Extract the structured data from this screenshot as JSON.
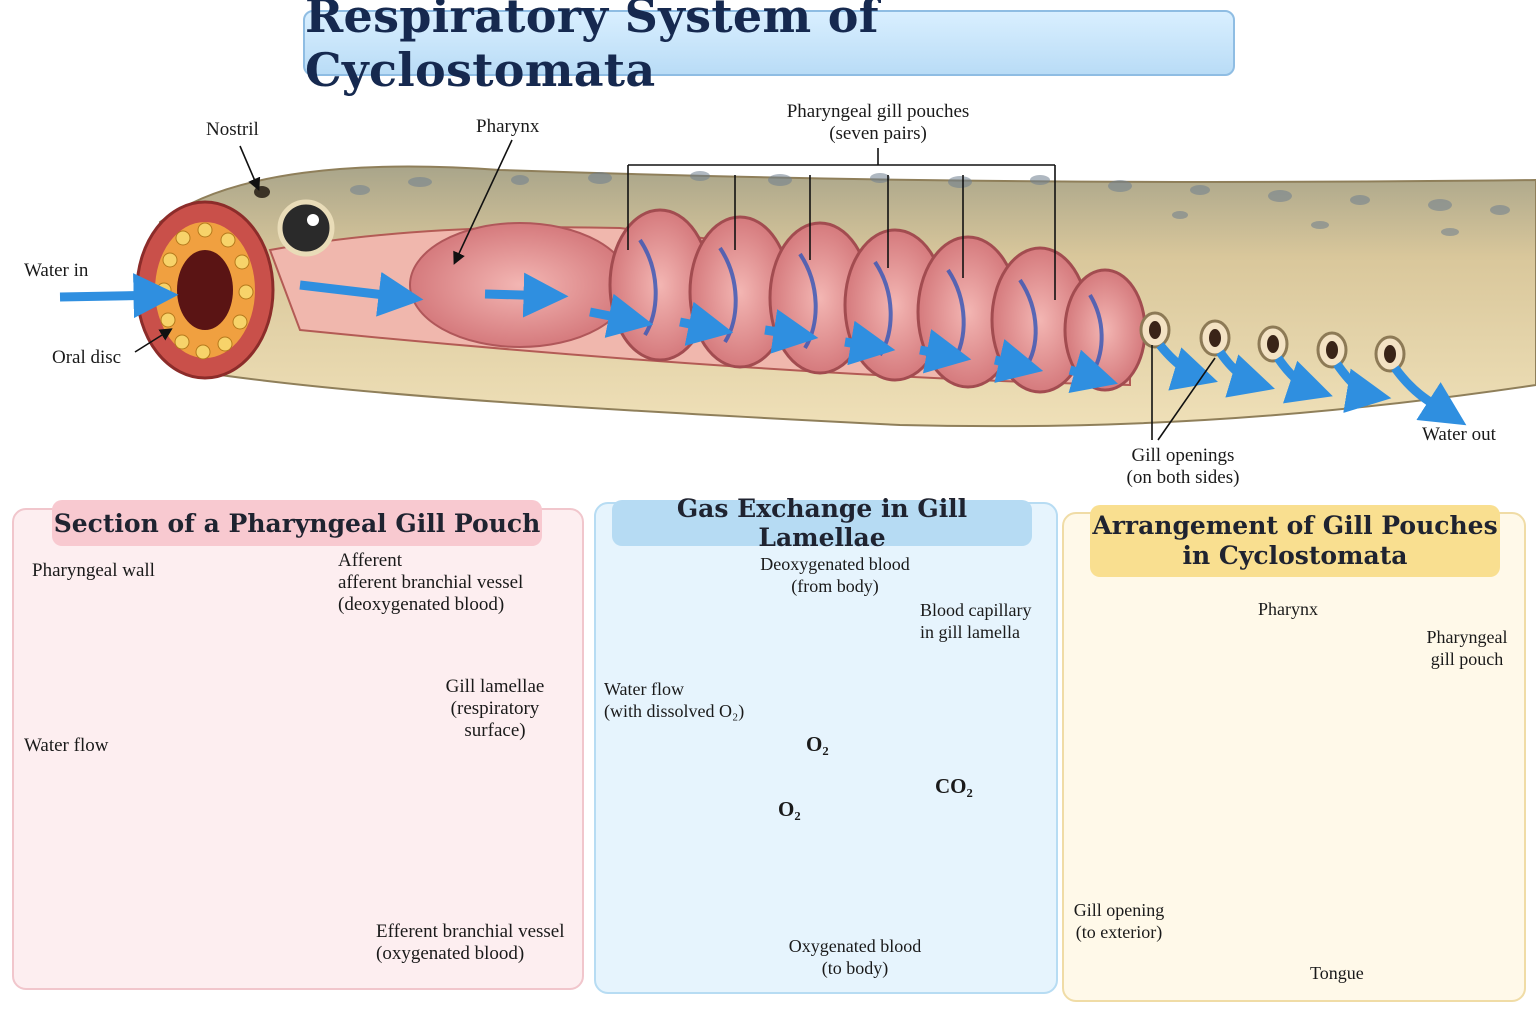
{
  "title": "Respiratory System of Cyclostomata",
  "main_diagram": {
    "nostril": "Nostril",
    "pharynx": "Pharynx",
    "gill_pouches_line1": "Pharyngeal gill pouches",
    "gill_pouches_line2": "(seven pairs)",
    "water_in": "Water in",
    "oral_disc": "Oral disc",
    "gill_openings_line1": "Gill openings",
    "gill_openings_line2": "(on both sides)",
    "water_out": "Water out"
  },
  "panel_section": {
    "title": "Section of a Pharyngeal Gill Pouch",
    "pharyngeal_wall": "Pharyngeal wall",
    "afferent_line1": "Afferent",
    "afferent_line2": "afferent branchial vessel",
    "afferent_line3": "(deoxygenated blood)",
    "lamellae_line1": "Gill lamellae",
    "lamellae_line2": "(respiratory",
    "lamellae_line3": "surface)",
    "water_flow": "Water flow",
    "efferent_line1": "Efferent branchial vessel",
    "efferent_line2": "(oxygenated blood)"
  },
  "panel_exchange": {
    "title": "Gas Exchange in Gill Lamellae",
    "deoxy_line1": "Deoxygenated blood",
    "deoxy_line2": "(from body)",
    "capillary_line1": "Blood capillary",
    "capillary_line2": "in gill lamella",
    "water_flow_line1": "Water flow",
    "water_flow_line2": "(with dissolved O₂)",
    "o2_a": "O₂",
    "o2_b": "O₂",
    "co2": "CO₂",
    "oxy_line1": "Oxygenated blood",
    "oxy_line2": "(to body)"
  },
  "panel_arrangement": {
    "title_line1": "Arrangement of Gill Pouches",
    "title_line2": "in Cyclostomata",
    "pharynx": "Pharynx",
    "pouch_line1": "Pharyngeal",
    "pouch_line2": "gill pouch",
    "opening_line1": "Gill opening",
    "opening_line2": "(to exterior)",
    "tongue": "Tongue"
  },
  "colors": {
    "water_arrow": "#2f8fe0",
    "tissue_pink": "#e98c8a",
    "deoxygenated": "#2e4fb0",
    "oxygenated": "#d62828",
    "skin": "#e8d5a6"
  }
}
